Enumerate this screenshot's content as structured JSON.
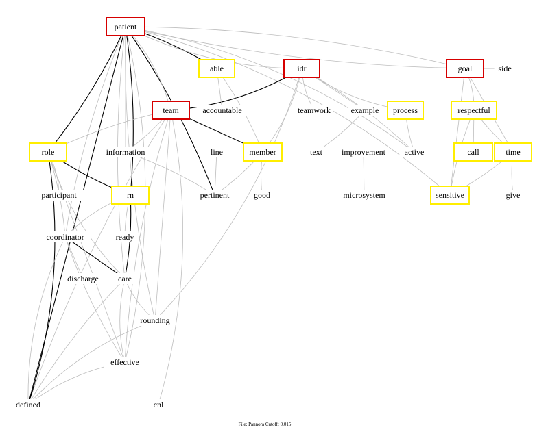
{
  "footer": "File: Pannora     Cutoff: 0.015",
  "colors": {
    "red_box": "#d60000",
    "yellow_box": "#ffee00",
    "strong_edge": "#000000",
    "weak_edge": "#bdbdbd"
  },
  "nodes": [
    {
      "id": "patient",
      "label": "patient",
      "box": "red"
    },
    {
      "id": "able",
      "label": "able",
      "box": "yellow"
    },
    {
      "id": "idr",
      "label": "idr",
      "box": "red"
    },
    {
      "id": "goal",
      "label": "goal",
      "box": "red"
    },
    {
      "id": "side",
      "label": "side",
      "box": "none"
    },
    {
      "id": "team",
      "label": "team",
      "box": "red"
    },
    {
      "id": "accountable",
      "label": "accountable",
      "box": "none"
    },
    {
      "id": "teamwork",
      "label": "teamwork",
      "box": "none"
    },
    {
      "id": "example",
      "label": "example",
      "box": "none"
    },
    {
      "id": "process",
      "label": "process",
      "box": "yellow"
    },
    {
      "id": "respectful",
      "label": "respectful",
      "box": "yellow"
    },
    {
      "id": "role",
      "label": "role",
      "box": "yellow"
    },
    {
      "id": "information",
      "label": "information",
      "box": "none"
    },
    {
      "id": "line",
      "label": "line",
      "box": "none"
    },
    {
      "id": "member",
      "label": "member",
      "box": "yellow"
    },
    {
      "id": "text",
      "label": "text",
      "box": "none"
    },
    {
      "id": "improvement",
      "label": "improvement",
      "box": "none"
    },
    {
      "id": "active",
      "label": "active",
      "box": "none"
    },
    {
      "id": "call",
      "label": "call",
      "box": "yellow"
    },
    {
      "id": "time",
      "label": "time",
      "box": "yellow"
    },
    {
      "id": "participant",
      "label": "participant",
      "box": "none"
    },
    {
      "id": "rn",
      "label": "rn",
      "box": "yellow"
    },
    {
      "id": "pertinent",
      "label": "pertinent",
      "box": "none"
    },
    {
      "id": "good",
      "label": "good",
      "box": "none"
    },
    {
      "id": "microsystem",
      "label": "microsystem",
      "box": "none"
    },
    {
      "id": "sensitive",
      "label": "sensitive",
      "box": "yellow"
    },
    {
      "id": "give",
      "label": "give",
      "box": "none"
    },
    {
      "id": "coordinator",
      "label": "coordinator",
      "box": "none"
    },
    {
      "id": "ready",
      "label": "ready",
      "box": "none"
    },
    {
      "id": "discharge",
      "label": "discharge",
      "box": "none"
    },
    {
      "id": "care",
      "label": "care",
      "box": "none"
    },
    {
      "id": "rounding",
      "label": "rounding",
      "box": "none"
    },
    {
      "id": "effective",
      "label": "effective",
      "box": "none"
    },
    {
      "id": "defined",
      "label": "defined",
      "box": "none"
    },
    {
      "id": "cnl",
      "label": "cnl",
      "box": "none"
    }
  ],
  "edges": [
    {
      "from": "patient",
      "to": "able",
      "strength": "strong"
    },
    {
      "from": "patient",
      "to": "role",
      "strength": "strong"
    },
    {
      "from": "patient",
      "to": "rn",
      "strength": "strong"
    },
    {
      "from": "patient",
      "to": "pertinent",
      "strength": "strong"
    },
    {
      "from": "patient",
      "to": "defined",
      "strength": "strong"
    },
    {
      "from": "patient",
      "to": "team",
      "strength": "weak"
    },
    {
      "from": "patient",
      "to": "goal",
      "strength": "weak"
    },
    {
      "from": "patient",
      "to": "side",
      "strength": "weak"
    },
    {
      "from": "patient",
      "to": "idr",
      "strength": "weak"
    },
    {
      "from": "patient",
      "to": "information",
      "strength": "weak"
    },
    {
      "from": "patient",
      "to": "effective",
      "strength": "weak"
    },
    {
      "from": "patient",
      "to": "care",
      "strength": "weak"
    },
    {
      "from": "patient",
      "to": "coordinator",
      "strength": "weak"
    },
    {
      "from": "patient",
      "to": "rounding",
      "strength": "weak"
    },
    {
      "from": "patient",
      "to": "sensitive",
      "strength": "weak"
    },
    {
      "from": "patient",
      "to": "active",
      "strength": "weak"
    },
    {
      "from": "idr",
      "to": "team",
      "strength": "strong"
    },
    {
      "from": "idr",
      "to": "teamwork",
      "strength": "weak"
    },
    {
      "from": "idr",
      "to": "example",
      "strength": "weak"
    },
    {
      "from": "idr",
      "to": "process",
      "strength": "weak"
    },
    {
      "from": "idr",
      "to": "member",
      "strength": "weak"
    },
    {
      "from": "idr",
      "to": "rounding",
      "strength": "weak"
    },
    {
      "from": "idr",
      "to": "active",
      "strength": "weak"
    },
    {
      "from": "team",
      "to": "member",
      "strength": "strong"
    },
    {
      "from": "team",
      "to": "role",
      "strength": "weak"
    },
    {
      "from": "team",
      "to": "effective",
      "strength": "weak"
    },
    {
      "from": "team",
      "to": "defined",
      "strength": "weak"
    },
    {
      "from": "team",
      "to": "rounding",
      "strength": "weak"
    },
    {
      "from": "team",
      "to": "cnl",
      "strength": "weak"
    },
    {
      "from": "team",
      "to": "information",
      "strength": "weak"
    },
    {
      "from": "role",
      "to": "rn",
      "strength": "strong"
    },
    {
      "from": "role",
      "to": "defined",
      "strength": "strong"
    },
    {
      "from": "role",
      "to": "coordinator",
      "strength": "weak"
    },
    {
      "from": "role",
      "to": "care",
      "strength": "weak"
    },
    {
      "from": "role",
      "to": "participant",
      "strength": "weak"
    },
    {
      "from": "role",
      "to": "effective",
      "strength": "weak"
    },
    {
      "from": "rn",
      "to": "care",
      "strength": "strong"
    },
    {
      "from": "rn",
      "to": "coordinator",
      "strength": "weak"
    },
    {
      "from": "rn",
      "to": "ready",
      "strength": "weak"
    },
    {
      "from": "coordinator",
      "to": "care",
      "strength": "strong"
    },
    {
      "from": "coordinator",
      "to": "discharge",
      "strength": "weak"
    },
    {
      "from": "coordinator",
      "to": "defined",
      "strength": "weak"
    },
    {
      "from": "coordinator",
      "to": "effective",
      "strength": "weak"
    },
    {
      "from": "care",
      "to": "defined",
      "strength": "weak"
    },
    {
      "from": "care",
      "to": "effective",
      "strength": "weak"
    },
    {
      "from": "care",
      "to": "rounding",
      "strength": "weak"
    },
    {
      "from": "information",
      "to": "pertinent",
      "strength": "weak"
    },
    {
      "from": "able",
      "to": "accountable",
      "strength": "weak"
    },
    {
      "from": "able",
      "to": "member",
      "strength": "weak"
    },
    {
      "from": "member",
      "to": "pertinent",
      "strength": "weak"
    },
    {
      "from": "member",
      "to": "good",
      "strength": "weak"
    },
    {
      "from": "example",
      "to": "text",
      "strength": "weak"
    },
    {
      "from": "improvement",
      "to": "microsystem",
      "strength": "weak"
    },
    {
      "from": "process",
      "to": "active",
      "strength": "weak"
    },
    {
      "from": "goal",
      "to": "respectful",
      "strength": "weak"
    },
    {
      "from": "goal",
      "to": "time",
      "strength": "weak"
    },
    {
      "from": "goal",
      "to": "sensitive",
      "strength": "weak"
    },
    {
      "from": "respectful",
      "to": "call",
      "strength": "weak"
    },
    {
      "from": "respectful",
      "to": "time",
      "strength": "weak"
    },
    {
      "from": "respectful",
      "to": "sensitive",
      "strength": "weak"
    },
    {
      "from": "time",
      "to": "sensitive",
      "strength": "weak"
    },
    {
      "from": "time",
      "to": "give",
      "strength": "weak"
    },
    {
      "from": "effective",
      "to": "defined",
      "strength": "weak"
    },
    {
      "from": "defined",
      "to": "rounding",
      "strength": "weak"
    },
    {
      "from": "line",
      "to": "pertinent",
      "strength": "weak"
    }
  ]
}
